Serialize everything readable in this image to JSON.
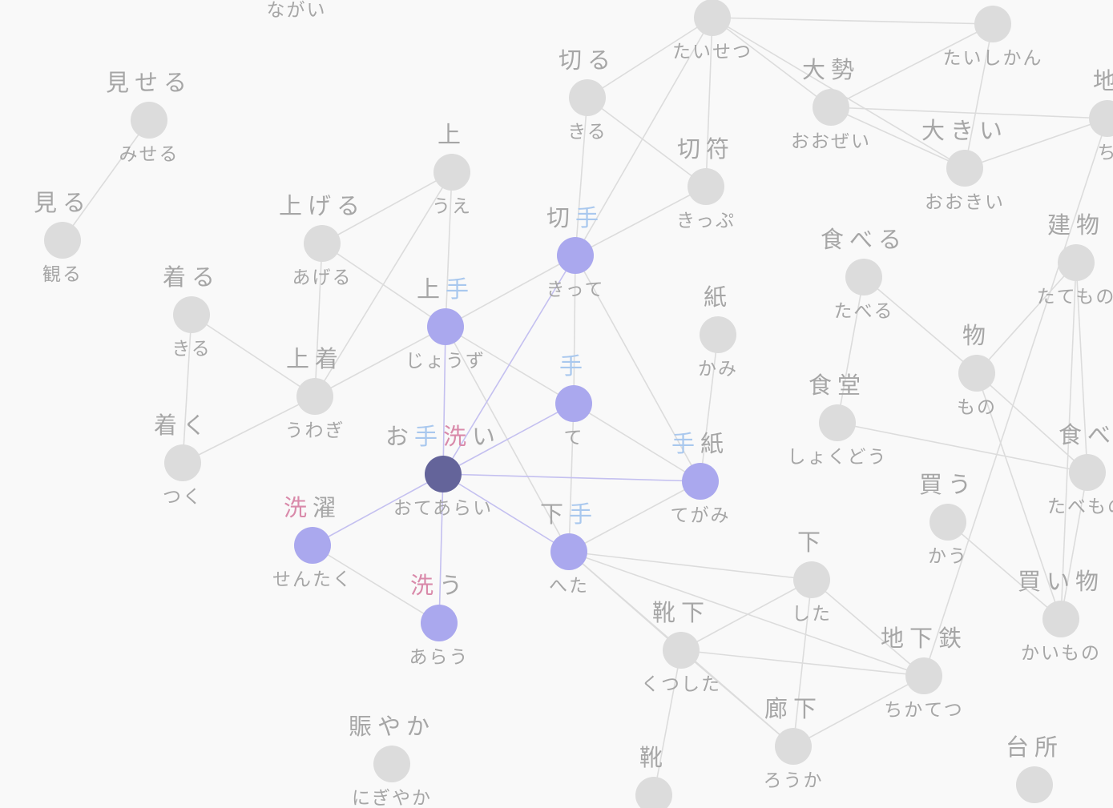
{
  "colors": {
    "background": "#f9f9f9",
    "node_default": "#dcdcdc",
    "node_related": "#aaa8ee",
    "node_selected": "#64649a",
    "edge_default": "#dcdcdc",
    "edge_active": "#c4c0f0",
    "highlight_te": "#a9c8ee",
    "highlight_arai": "#d98aaa",
    "label": "#a6a6a6"
  },
  "selected_node": "otearai",
  "nodes": [
    {
      "id": "nagai",
      "word": "",
      "reading": "ながい",
      "state": "default"
    },
    {
      "id": "miseru",
      "word": "見せる",
      "reading": "みせる",
      "state": "default"
    },
    {
      "id": "miru",
      "word": "見る",
      "reading": "観る",
      "state": "default"
    },
    {
      "id": "kiru_wear",
      "word": "着る",
      "reading": "きる",
      "state": "default"
    },
    {
      "id": "tsuku",
      "word": "着く",
      "reading": "つく",
      "state": "default"
    },
    {
      "id": "ageru",
      "word": "上げる",
      "reading": "あげる",
      "state": "default"
    },
    {
      "id": "ue",
      "word": "上",
      "reading": "うえ",
      "state": "default"
    },
    {
      "id": "uwagi",
      "word": "上着",
      "reading": "うわぎ",
      "state": "default"
    },
    {
      "id": "jouzu",
      "word": "上手",
      "reading": "じょうず",
      "state": "related"
    },
    {
      "id": "kiru_cut",
      "word": "切る",
      "reading": "きる",
      "state": "default"
    },
    {
      "id": "kitte",
      "word": "切手",
      "reading": "きって",
      "state": "related"
    },
    {
      "id": "kippu",
      "word": "切符",
      "reading": "きっぷ",
      "state": "default"
    },
    {
      "id": "te",
      "word": "手",
      "reading": "て",
      "state": "related"
    },
    {
      "id": "otearai",
      "word": "お手洗い",
      "reading": "おてあらい",
      "state": "selected"
    },
    {
      "id": "sentaku",
      "word": "洗濯",
      "reading": "せんたく",
      "state": "related"
    },
    {
      "id": "arau",
      "word": "洗う",
      "reading": "あらう",
      "state": "related"
    },
    {
      "id": "heta",
      "word": "下手",
      "reading": "へた",
      "state": "related"
    },
    {
      "id": "tegami",
      "word": "手紙",
      "reading": "てがみ",
      "state": "related"
    },
    {
      "id": "kami",
      "word": "紙",
      "reading": "かみ",
      "state": "default"
    },
    {
      "id": "taisetsu",
      "word": "",
      "reading": "たいせつ",
      "state": "default"
    },
    {
      "id": "taishikan",
      "word": "",
      "reading": "たいしかん",
      "state": "default"
    },
    {
      "id": "oozei",
      "word": "大勢",
      "reading": "おおぜい",
      "state": "default"
    },
    {
      "id": "ookii",
      "word": "大きい",
      "reading": "おおきい",
      "state": "default"
    },
    {
      "id": "chi",
      "word": "地",
      "reading": "ち",
      "state": "default"
    },
    {
      "id": "taberu",
      "word": "食べる",
      "reading": "たべる",
      "state": "default"
    },
    {
      "id": "tatemono",
      "word": "建物",
      "reading": "たてもの",
      "state": "default"
    },
    {
      "id": "mono",
      "word": "物",
      "reading": "もの",
      "state": "default"
    },
    {
      "id": "shokudou",
      "word": "食堂",
      "reading": "しょくどう",
      "state": "default"
    },
    {
      "id": "tabemono",
      "word": "食べ",
      "reading": "たべもの",
      "state": "default"
    },
    {
      "id": "kau",
      "word": "買う",
      "reading": "かう",
      "state": "default"
    },
    {
      "id": "kaimono",
      "word": "買い物",
      "reading": "かいもの",
      "state": "default"
    },
    {
      "id": "shita",
      "word": "下",
      "reading": "した",
      "state": "default"
    },
    {
      "id": "kutsushita",
      "word": "靴下",
      "reading": "くつした",
      "state": "default"
    },
    {
      "id": "chikatetsu",
      "word": "地下鉄",
      "reading": "ちかてつ",
      "state": "default"
    },
    {
      "id": "rouka",
      "word": "廊下",
      "reading": "ろうか",
      "state": "default"
    },
    {
      "id": "kutsu",
      "word": "靴",
      "reading": "",
      "state": "default"
    },
    {
      "id": "daidokoro",
      "word": "台所",
      "reading": "",
      "state": "default"
    },
    {
      "id": "nigiyaka",
      "word": "賑やか",
      "reading": "にぎやか",
      "state": "default"
    }
  ],
  "edges": [
    [
      "miseru",
      "miru"
    ],
    [
      "kiru_wear",
      "uwagi"
    ],
    [
      "tsuku",
      "uwagi"
    ],
    [
      "kiru_wear",
      "tsuku"
    ],
    [
      "ageru",
      "jouzu"
    ],
    [
      "ageru",
      "uwagi"
    ],
    [
      "ageru",
      "ue"
    ],
    [
      "ue",
      "jouzu"
    ],
    [
      "ue",
      "uwagi"
    ],
    [
      "jouzu",
      "uwagi"
    ],
    [
      "jouzu",
      "kitte"
    ],
    [
      "jouzu",
      "te"
    ],
    [
      "jouzu",
      "heta"
    ],
    [
      "jouzu",
      "otearai"
    ],
    [
      "kiru_cut",
      "kitte"
    ],
    [
      "kiru_cut",
      "kippu"
    ],
    [
      "kiru_cut",
      "taisetsu"
    ],
    [
      "kitte",
      "kippu"
    ],
    [
      "kitte",
      "te"
    ],
    [
      "kitte",
      "taisetsu"
    ],
    [
      "kitte",
      "tegami"
    ],
    [
      "kitte",
      "otearai"
    ],
    [
      "te",
      "otearai"
    ],
    [
      "te",
      "heta"
    ],
    [
      "te",
      "tegami"
    ],
    [
      "otearai",
      "sentaku"
    ],
    [
      "otearai",
      "arau"
    ],
    [
      "otearai",
      "heta"
    ],
    [
      "otearai",
      "tegami"
    ],
    [
      "sentaku",
      "arau"
    ],
    [
      "heta",
      "tegami"
    ],
    [
      "heta",
      "shita"
    ],
    [
      "heta",
      "kutsushita"
    ],
    [
      "heta",
      "chikatetsu"
    ],
    [
      "heta",
      "rouka"
    ],
    [
      "tegami",
      "kami"
    ],
    [
      "taisetsu",
      "taishikan"
    ],
    [
      "taisetsu",
      "oozei"
    ],
    [
      "taisetsu",
      "ookii"
    ],
    [
      "taisetsu",
      "kippu"
    ],
    [
      "oozei",
      "taishikan"
    ],
    [
      "oozei",
      "ookii"
    ],
    [
      "ookii",
      "taishikan"
    ],
    [
      "oozei",
      "chi"
    ],
    [
      "ookii",
      "chi"
    ],
    [
      "taberu",
      "mono"
    ],
    [
      "taberu",
      "shokudou"
    ],
    [
      "shokudou",
      "tabemono"
    ],
    [
      "mono",
      "tatemono"
    ],
    [
      "mono",
      "tabemono"
    ],
    [
      "mono",
      "kaimono"
    ],
    [
      "tatemono",
      "tabemono"
    ],
    [
      "tatemono",
      "kaimono"
    ],
    [
      "tabemono",
      "kaimono"
    ],
    [
      "kau",
      "kaimono"
    ],
    [
      "shita",
      "kutsushita"
    ],
    [
      "shita",
      "chikatetsu"
    ],
    [
      "shita",
      "rouka"
    ],
    [
      "kutsushita",
      "chikatetsu"
    ],
    [
      "kutsushita",
      "rouka"
    ],
    [
      "kutsushita",
      "kutsu"
    ],
    [
      "rouka",
      "chikatetsu"
    ],
    [
      "chikatetsu",
      "chi"
    ]
  ]
}
